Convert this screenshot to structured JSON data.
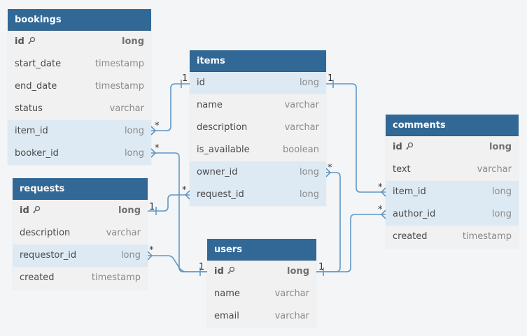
{
  "tables": {
    "bookings": {
      "name": "bookings",
      "fields": [
        {
          "name": "id",
          "type": "long",
          "pk": true
        },
        {
          "name": "start_date",
          "type": "timestamp"
        },
        {
          "name": "end_date",
          "type": "timestamp"
        },
        {
          "name": "status",
          "type": "varchar"
        },
        {
          "name": "item_id",
          "type": "long",
          "fk": true
        },
        {
          "name": "booker_id",
          "type": "long",
          "fk": true
        }
      ]
    },
    "items": {
      "name": "items",
      "fields": [
        {
          "name": "id",
          "type": "long",
          "fk": true
        },
        {
          "name": "name",
          "type": "varchar"
        },
        {
          "name": "description",
          "type": "varchar"
        },
        {
          "name": "is_available",
          "type": "boolean"
        },
        {
          "name": "owner_id",
          "type": "long",
          "fk": true
        },
        {
          "name": "request_id",
          "type": "long",
          "fk": true
        }
      ]
    },
    "comments": {
      "name": "comments",
      "fields": [
        {
          "name": "id",
          "type": "long",
          "pk": true
        },
        {
          "name": "text",
          "type": "varchar"
        },
        {
          "name": "item_id",
          "type": "long",
          "fk": true
        },
        {
          "name": "author_id",
          "type": "long",
          "fk": true
        },
        {
          "name": "created",
          "type": "timestamp"
        }
      ]
    },
    "requests": {
      "name": "requests",
      "fields": [
        {
          "name": "id",
          "type": "long",
          "pk": true
        },
        {
          "name": "description",
          "type": "varchar"
        },
        {
          "name": "requestor_id",
          "type": "long",
          "fk": true
        },
        {
          "name": "created",
          "type": "timestamp"
        }
      ]
    },
    "users": {
      "name": "users",
      "fields": [
        {
          "name": "id",
          "type": "long",
          "pk": true
        },
        {
          "name": "name",
          "type": "varchar"
        },
        {
          "name": "email",
          "type": "varchar"
        }
      ]
    }
  },
  "relationships": [
    {
      "from": "bookings.item_id",
      "to": "items.id",
      "from_card": "*",
      "to_card": "1"
    },
    {
      "from": "bookings.booker_id",
      "to": "users.id",
      "from_card": "*",
      "to_card": "1"
    },
    {
      "from": "items.request_id",
      "to": "requests.id",
      "from_card": "*",
      "to_card": "1"
    },
    {
      "from": "requests.requestor_id",
      "to": "users.id",
      "from_card": "*",
      "to_card": "1"
    },
    {
      "from": "items.owner_id",
      "to": "users.id",
      "from_card": "*",
      "to_card": "1"
    },
    {
      "from": "comments.item_id",
      "to": "items.id",
      "from_card": "*",
      "to_card": "1"
    },
    {
      "from": "comments.author_id",
      "to": "users.id",
      "from_card": "*",
      "to_card": "1"
    }
  ],
  "colors": {
    "header": "#316896",
    "body": "#f1f1f1",
    "fk_row": "#deeaf3",
    "line": "#5e97c5"
  },
  "icons": {
    "primary_key": "key-icon"
  }
}
